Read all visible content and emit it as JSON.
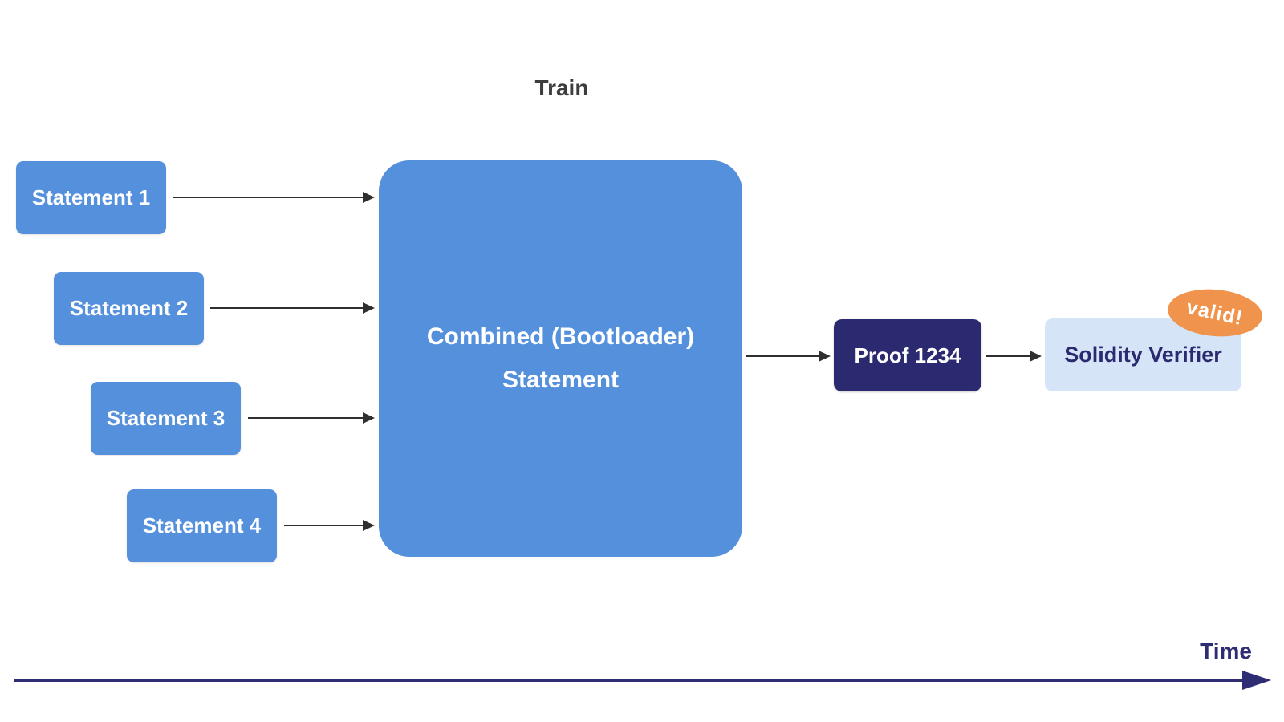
{
  "title": "Train",
  "statements": [
    {
      "label": "Statement 1"
    },
    {
      "label": "Statement 2"
    },
    {
      "label": "Statement 3"
    },
    {
      "label": "Statement 4"
    }
  ],
  "combined": {
    "line1": "Combined (Bootloader)",
    "line2": "Statement"
  },
  "proof": {
    "label": "Proof 1234"
  },
  "verifier": {
    "label": "Solidity Verifier"
  },
  "badge": {
    "label": "valid!"
  },
  "timeline": {
    "label": "Time"
  },
  "colors": {
    "statement_blue": "#5590DD",
    "proof_navy": "#2B2A70",
    "verifier_light_blue": "#D6E4F8",
    "badge_orange": "#F0944D",
    "axis_navy": "#2E2D73",
    "arrow_dark": "#2F2F2F",
    "title_gray": "#3D3D3D"
  }
}
